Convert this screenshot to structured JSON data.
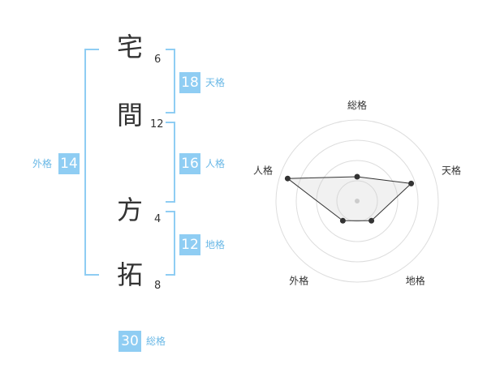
{
  "name": {
    "chars": [
      {
        "char": "宅",
        "strokes": "6"
      },
      {
        "char": "間",
        "strokes": "12"
      },
      {
        "char": "方",
        "strokes": "4"
      },
      {
        "char": "拓",
        "strokes": "8"
      }
    ]
  },
  "kakusu": {
    "tenkaku": {
      "value": "18",
      "label": "天格"
    },
    "jinkaku": {
      "value": "16",
      "label": "人格"
    },
    "chikaku": {
      "value": "12",
      "label": "地格"
    },
    "gaikaku": {
      "value": "14",
      "label": "外格"
    },
    "soukaku": {
      "value": "30",
      "label": "総格"
    }
  },
  "colors": {
    "accent": "#8fcdf3",
    "label": "#6ab8e6",
    "text": "#333333",
    "grid": "#dddddd"
  },
  "chart_data": {
    "type": "radar",
    "axes": [
      "総格",
      "天格",
      "地格",
      "外格",
      "人格"
    ],
    "values": [
      1.5,
      3.5,
      1.5,
      1.5,
      4.5
    ],
    "rmax": 5,
    "rings": 4
  }
}
